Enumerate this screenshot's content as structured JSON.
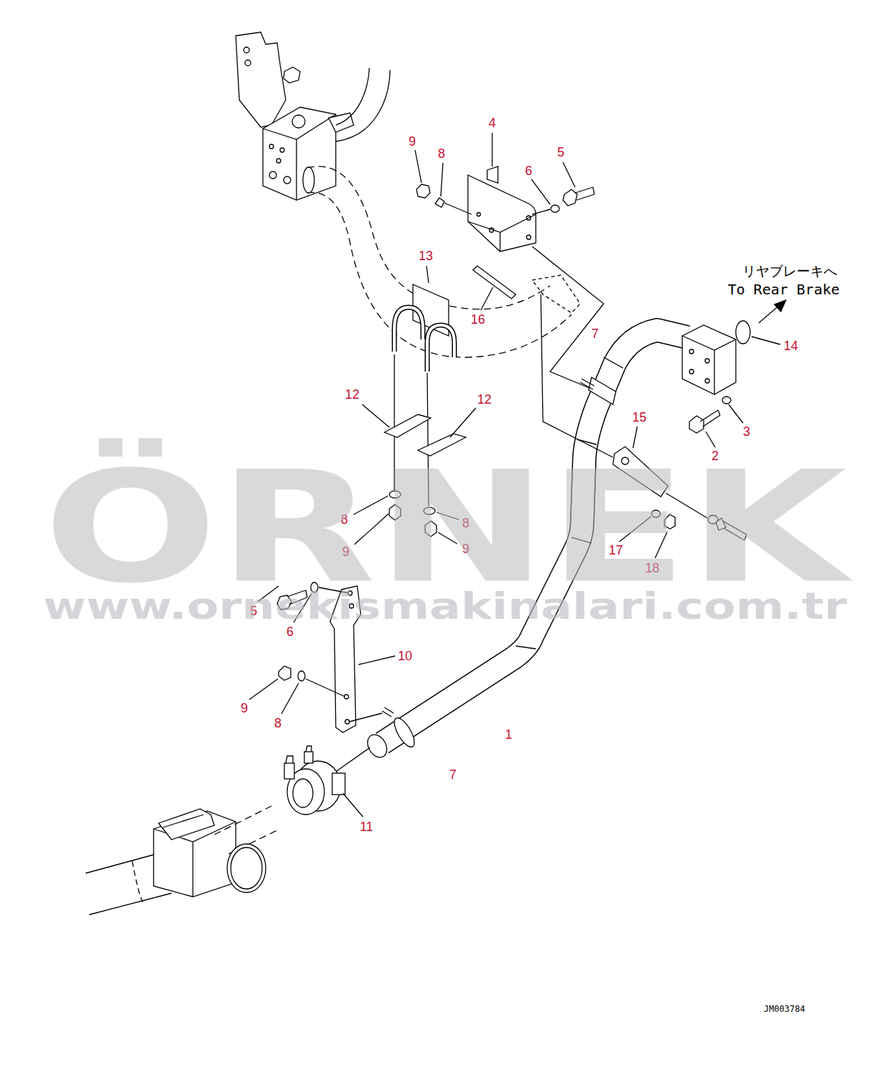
{
  "diagram": {
    "labels": [
      "4",
      "9",
      "8",
      "5",
      "6",
      "13",
      "リヤブレーキへ",
      "To Rear Brake",
      "16",
      "7",
      "14",
      "12",
      "12",
      "15",
      "3",
      "2",
      "8",
      "8",
      "9",
      "9",
      "17",
      "18",
      "5",
      "6",
      "10",
      "9",
      "8",
      "1",
      "7",
      "11",
      "JM003784",
      "ÖRNEK",
      "www.ornekismakinalari.com.tr"
    ]
  }
}
